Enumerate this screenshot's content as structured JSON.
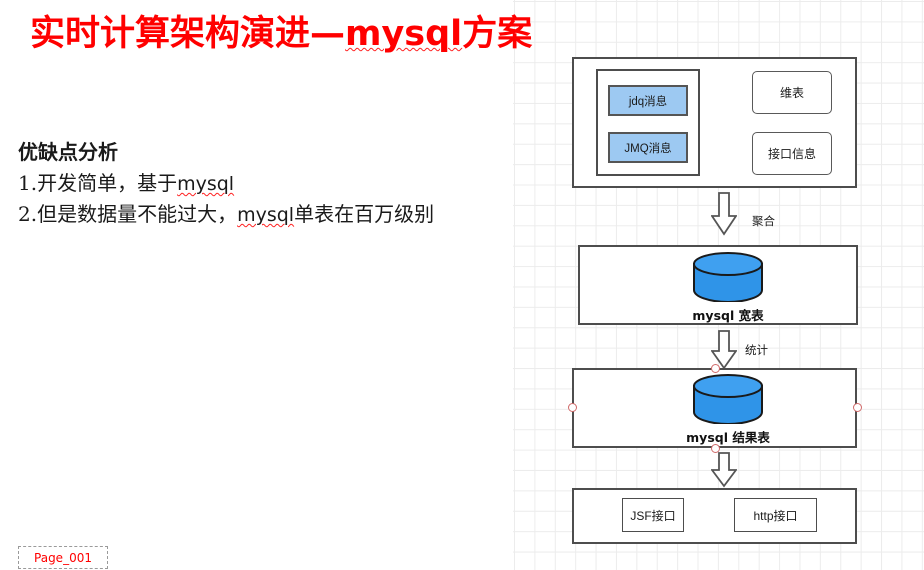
{
  "slide": {
    "title_prefix": "实时计算架构演进—",
    "title_misspelled": "mysql",
    "title_suffix": "方案",
    "page_tab_label": "Page_001"
  },
  "body": {
    "heading": "优缺点分析",
    "line1_pre": "1.开发简单，基于",
    "line1_code": "mysql",
    "line2_pre": "2.但是数据量不能过大，",
    "line2_code": "mysql",
    "line2_post": "单表在百万级别"
  },
  "diagram": {
    "sources": {
      "inner_group_name": "message-sources-group",
      "items": [
        {
          "label": "jdq消息",
          "color": "#9DC9F2"
        },
        {
          "label": "JMQ消息",
          "color": "#9DC9F2"
        }
      ]
    },
    "references": [
      {
        "label": "维表"
      },
      {
        "label": "接口信息"
      }
    ],
    "arrows": [
      {
        "label": "聚合"
      },
      {
        "label": "统计"
      },
      {
        "label": ""
      }
    ],
    "stores": [
      {
        "label": "mysql 宽表",
        "icon": "database-cylinder-icon",
        "color": "#2F94E8"
      },
      {
        "label": "mysql 结果表",
        "icon": "database-cylinder-icon",
        "color": "#2F94E8",
        "selected": true
      }
    ],
    "interfaces": [
      {
        "label": "JSF接口"
      },
      {
        "label": "http接口"
      }
    ]
  },
  "colors": {
    "title_red": "#FF0000",
    "shape_stroke": "#4D4D4D",
    "blue_fill": "#9DC9F2",
    "cylinder_blue": "#2F94E8",
    "selection_handle": "#D06A6A",
    "grid_line": "#ECECEC"
  }
}
